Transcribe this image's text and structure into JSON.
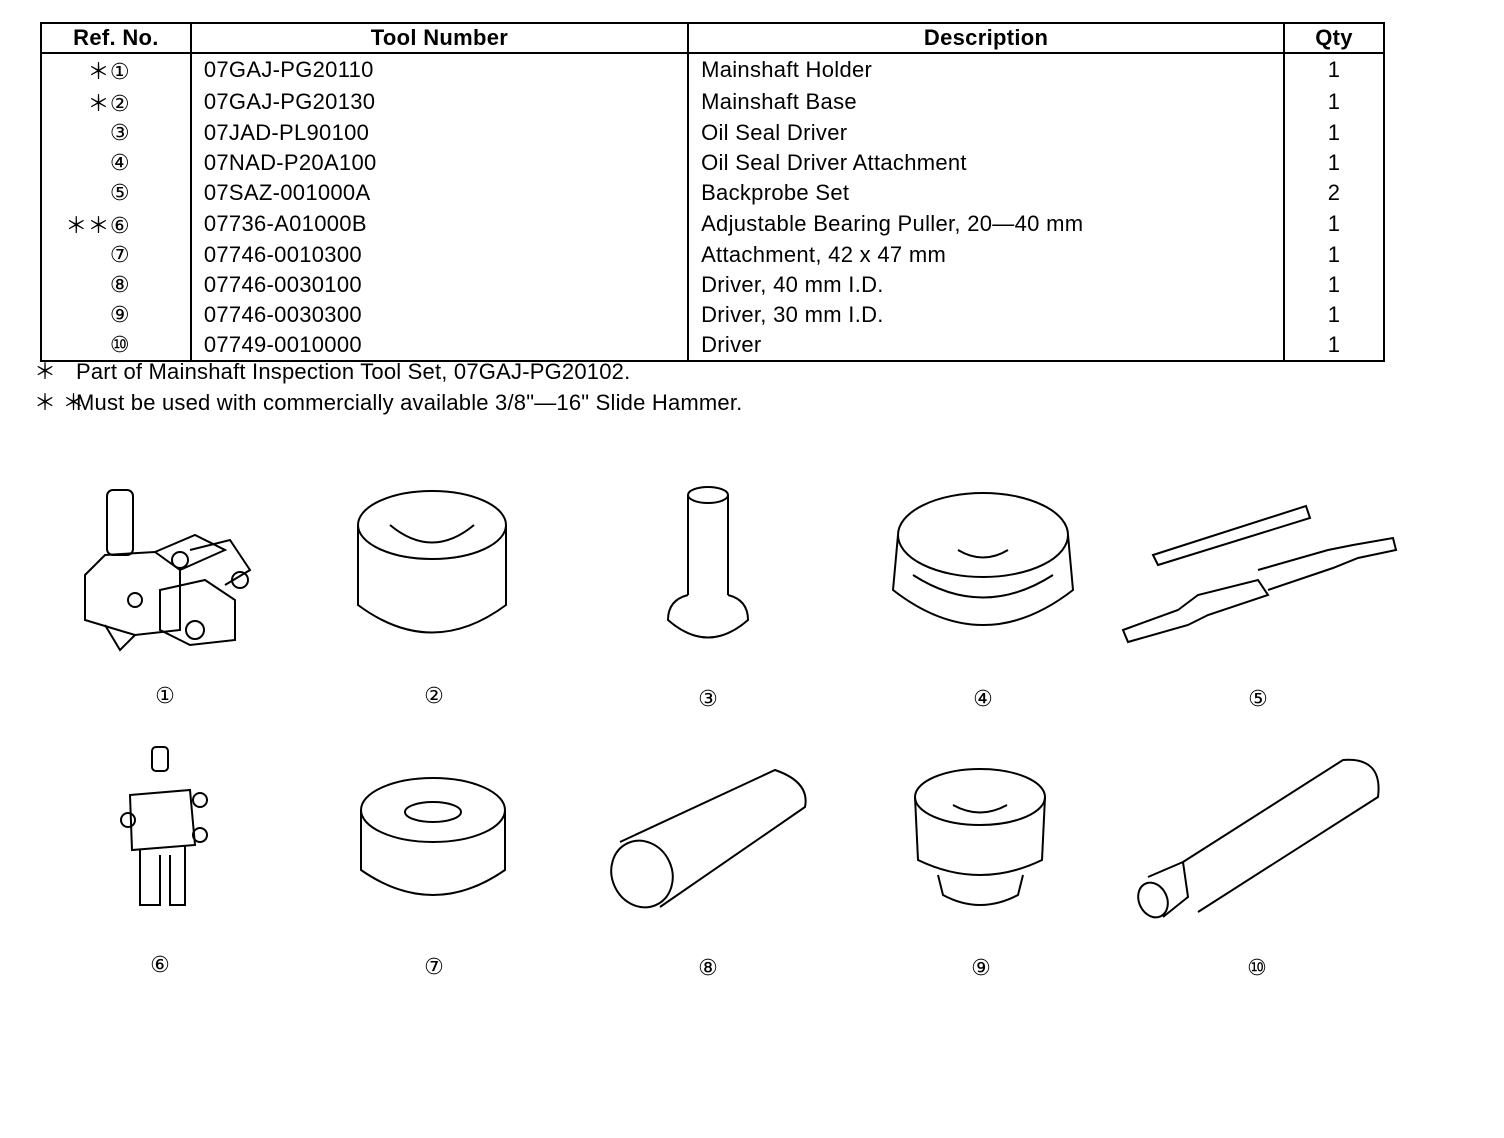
{
  "table": {
    "headers": {
      "ref": "Ref. No.",
      "tool": "Tool Number",
      "desc": "Description",
      "qty": "Qty"
    },
    "rows": [
      {
        "ref": "＊①",
        "tool": "07GAJ-PG20110",
        "desc": "Mainshaft Holder",
        "qty": "1"
      },
      {
        "ref": "＊②",
        "tool": "07GAJ-PG20130",
        "desc": "Mainshaft Base",
        "qty": "1"
      },
      {
        "ref": "③",
        "tool": "07JAD-PL90100",
        "desc": "Oil Seal Driver",
        "qty": "1"
      },
      {
        "ref": "④",
        "tool": "07NAD-P20A100",
        "desc": "Oil Seal Driver Attachment",
        "qty": "1"
      },
      {
        "ref": "⑤",
        "tool": "07SAZ-001000A",
        "desc": "Backprobe Set",
        "qty": "2"
      },
      {
        "ref": "＊＊⑥",
        "tool": "07736-A01000B",
        "desc": "Adjustable Bearing Puller, 20—40 mm",
        "qty": "1"
      },
      {
        "ref": "⑦",
        "tool": "07746-0010300",
        "desc": "Attachment, 42 x 47 mm",
        "qty": "1"
      },
      {
        "ref": "⑧",
        "tool": "07746-0030100",
        "desc": "Driver, 40 mm I.D.",
        "qty": "1"
      },
      {
        "ref": "⑨",
        "tool": "07746-0030300",
        "desc": "Driver, 30 mm I.D.",
        "qty": "1"
      },
      {
        "ref": "⑩",
        "tool": "07749-0010000",
        "desc": "Driver",
        "qty": "1"
      }
    ]
  },
  "notes": [
    {
      "mark": "＊",
      "text": "Part of Mainshaft Inspection Tool Set, 07GAJ-PG20102."
    },
    {
      "mark": "＊ ＊",
      "text": "Must be used with commercially available 3/8\"—16\" Slide Hammer."
    }
  ],
  "figures": [
    {
      "label": "①",
      "icon": "mainshaft-holder-icon"
    },
    {
      "label": "②",
      "icon": "mainshaft-base-icon"
    },
    {
      "label": "③",
      "icon": "oil-seal-driver-icon"
    },
    {
      "label": "④",
      "icon": "oil-seal-driver-attachment-icon"
    },
    {
      "label": "⑤",
      "icon": "backprobe-set-icon"
    },
    {
      "label": "⑥",
      "icon": "bearing-puller-icon"
    },
    {
      "label": "⑦",
      "icon": "attachment-icon"
    },
    {
      "label": "⑧",
      "icon": "driver-40mm-icon"
    },
    {
      "label": "⑨",
      "icon": "driver-30mm-icon"
    },
    {
      "label": "⑩",
      "icon": "driver-icon"
    }
  ]
}
